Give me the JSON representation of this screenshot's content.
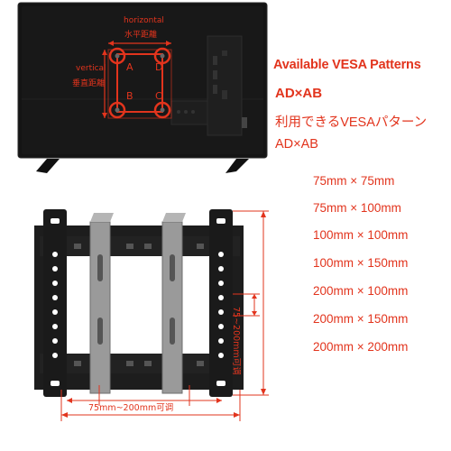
{
  "diagram": {
    "horizontal_label_en": "horizontal",
    "horizontal_label_jp": "水平距離",
    "vertical_label_en": "vertical",
    "vertical_label_jp": "垂直距離",
    "hole_labels": [
      "A",
      "D",
      "B",
      "C"
    ],
    "width_range_label": "75mm~200mm可调",
    "height_range_label": "75~200mm可调"
  },
  "vesa": {
    "title": "Available VESA Patterns",
    "formula": "AD×AB",
    "title_jp": "利用できるVESAパターン",
    "formula_jp": "AD×AB",
    "patterns": [
      "75mm × 75mm",
      "75mm × 100mm",
      "100mm × 100mm",
      "100mm × 150mm",
      "200mm × 100mm",
      "200mm × 150mm",
      "200mm × 200mm"
    ]
  },
  "colors": {
    "accent": "#e2341d",
    "tv_body": "#151515",
    "mount_black": "#1d1d1d",
    "mount_silver": "#9a9a9a"
  }
}
